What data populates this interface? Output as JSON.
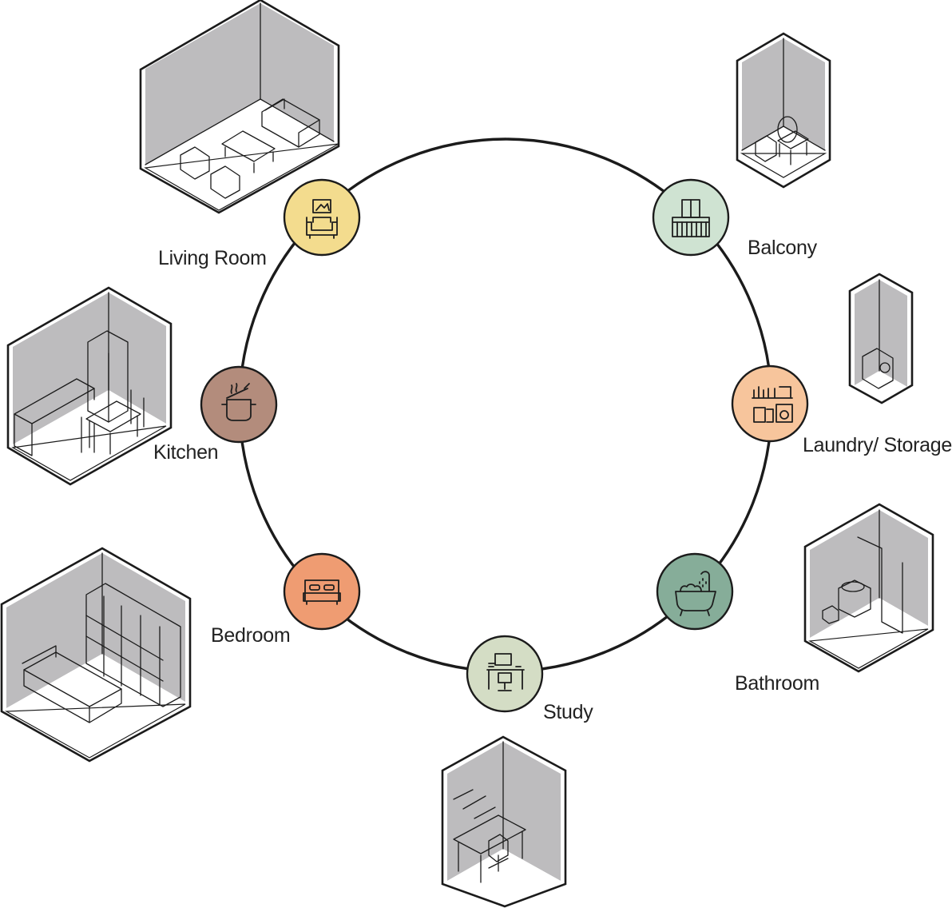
{
  "diagram": {
    "rooms": [
      {
        "id": "living-room",
        "label": "Living Room",
        "icon": "sofa-icon",
        "color": "#f3dc8e"
      },
      {
        "id": "balcony",
        "label": "Balcony",
        "icon": "balcony-railing-icon",
        "color": "#cfe3d2"
      },
      {
        "id": "laundry-storage",
        "label": "Laundry/ Storage",
        "icon": "washing-machine-icon",
        "color": "#f7c59c"
      },
      {
        "id": "bathroom",
        "label": "Bathroom",
        "icon": "bathtub-icon",
        "color": "#86ad99"
      },
      {
        "id": "study",
        "label": "Study",
        "icon": "desk-chair-icon",
        "color": "#d4ddc5"
      },
      {
        "id": "bedroom",
        "label": "Bedroom",
        "icon": "bed-icon",
        "color": "#ef9c72"
      },
      {
        "id": "kitchen",
        "label": "Kitchen",
        "icon": "cooking-pot-icon",
        "color": "#b38c7c"
      }
    ],
    "ring_color": "#1b1b1b",
    "wall_color": "#bdbcbe",
    "floor_color": "#ffffff"
  }
}
